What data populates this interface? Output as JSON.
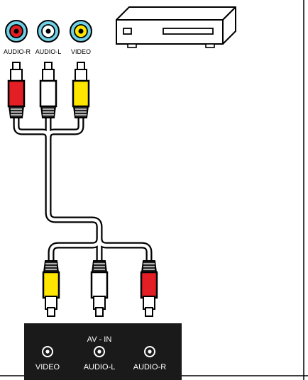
{
  "source_device": {
    "jacks": [
      {
        "label": "AUDIO-R",
        "color": "#e31e24"
      },
      {
        "label": "AUDIO-L",
        "color": "#ffffff"
      },
      {
        "label": "VIDEO",
        "color": "#ffe600"
      }
    ],
    "device_icon": "dvd-player-icon"
  },
  "cable": {
    "top_plugs": [
      {
        "role": "audio-r",
        "color": "#e31e24"
      },
      {
        "role": "audio-l",
        "color": "#ffffff"
      },
      {
        "role": "video",
        "color": "#ffe600"
      }
    ],
    "bottom_plugs": [
      {
        "role": "video",
        "color": "#ffe600"
      },
      {
        "role": "audio-l",
        "color": "#ffffff"
      },
      {
        "role": "audio-r",
        "color": "#e31e24"
      }
    ]
  },
  "av_in_panel": {
    "title": "AV - IN",
    "background": "#1a1a1a",
    "ports": [
      {
        "label": "VIDEO"
      },
      {
        "label": "AUDIO-L"
      },
      {
        "label": "AUDIO-R"
      }
    ]
  }
}
